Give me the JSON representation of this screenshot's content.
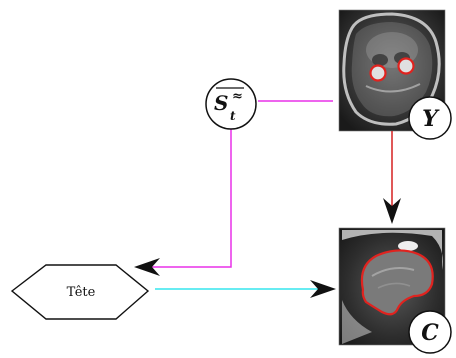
{
  "nodes": {
    "operator": {
      "symbol": "S",
      "superscript": "≈",
      "subscript": "t"
    },
    "head_shape": {
      "label": "Tête"
    },
    "image_y": {
      "label": "Y",
      "description_icon": "mri-axial-eyes-image"
    },
    "image_c": {
      "label": "C",
      "description_icon": "mri-sagittal-brain-image"
    }
  },
  "colors": {
    "magenta_link": "#e830e8",
    "cyan_link": "#35e6ee",
    "red_link": "#d62020",
    "arrow_head": "#111111",
    "contour": "#e0231f"
  }
}
